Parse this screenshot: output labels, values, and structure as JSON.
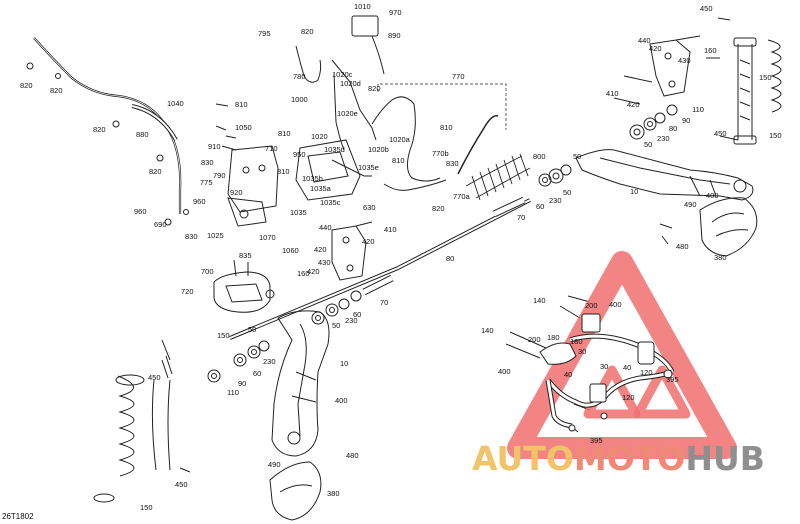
{
  "diagram": {
    "code": "26T1802",
    "callouts": {
      "c1010": "1010",
      "c970": "970",
      "c890": "890",
      "c795": "795",
      "c820a": "820",
      "c780": "780",
      "c770": "770",
      "c1020c": "1020c",
      "c1020d": "1020d",
      "c1020e": "1020e",
      "c1020b": "1020b",
      "c1020a": "1020a",
      "c1020": "1020",
      "c1035d": "1035d",
      "c1035b": "1035b",
      "c1035a": "1035a",
      "c1035c": "1035c",
      "c1035e": "1035e",
      "c1035": "1035",
      "c1000": "1000",
      "c950": "950",
      "c810a": "810",
      "c810b": "810",
      "c810c": "810",
      "c810d": "810",
      "c810e": "810",
      "c1050": "1050",
      "c910": "910",
      "c710": "710",
      "c830a": "830",
      "c830b": "830",
      "c830c": "830",
      "c790": "790",
      "c775": "775",
      "c920": "920",
      "c960": "960",
      "c960b": "960",
      "c690": "690",
      "c1025": "1025",
      "c820b": "820",
      "c820c": "820",
      "c820d": "820",
      "c820e": "820",
      "c820f": "820",
      "c880": "880",
      "c1040": "1040",
      "c800": "800",
      "c770b": "770b",
      "c770a": "770a",
      "c820g": "820",
      "c630": "630",
      "c440a": "440",
      "c410": "410",
      "c420a": "420",
      "c420b": "420",
      "c430a": "430",
      "c160a": "160",
      "c1070": "1070",
      "c835": "835",
      "c1060": "1060",
      "c700": "700",
      "c720": "720",
      "c70a": "70",
      "c70b": "70",
      "c80": "80",
      "c60a": "60",
      "c230a": "230",
      "c50a": "50",
      "c50b": "50",
      "c10a": "10",
      "c450a": "450",
      "c440b": "440",
      "c420c": "420",
      "c430b": "430",
      "c160b": "160",
      "c410b": "410",
      "c420d": "420",
      "c110a": "110",
      "c90a": "90",
      "c80b": "80",
      "c50c": "50",
      "c230b": "230",
      "c450b": "450",
      "c150a": "150",
      "c150b": "150",
      "c10b": "10",
      "c400a": "400",
      "c490a": "490",
      "c480a": "480",
      "c380a": "380",
      "c60b": "60",
      "c230c": "230",
      "c50d": "50",
      "c150c": "150",
      "c50e": "50",
      "c230d": "230",
      "c60c": "60",
      "c90b": "90",
      "c110b": "110",
      "c450c": "450",
      "c400b": "400",
      "c490b": "490",
      "c480b": "480",
      "c380b": "380",
      "c150d": "150",
      "c450d": "450",
      "c140a": "140",
      "c200a": "200",
      "c400c": "400",
      "c140b": "140",
      "c200b": "200",
      "c180a": "180",
      "c30a": "30",
      "c40a": "40",
      "c120a": "120",
      "c395a": "395",
      "c180b": "180",
      "c30b": "30",
      "c40b": "40",
      "c120b": "120",
      "c395b": "395",
      "c400d": "400"
    }
  },
  "watermark": {
    "parts": [
      "AUTO",
      "MOTO",
      "HUB"
    ],
    "colors": [
      "#f2c46a",
      "#ef8a76",
      "#8f8f8f"
    ],
    "triangle_color": "#f06e6e"
  }
}
